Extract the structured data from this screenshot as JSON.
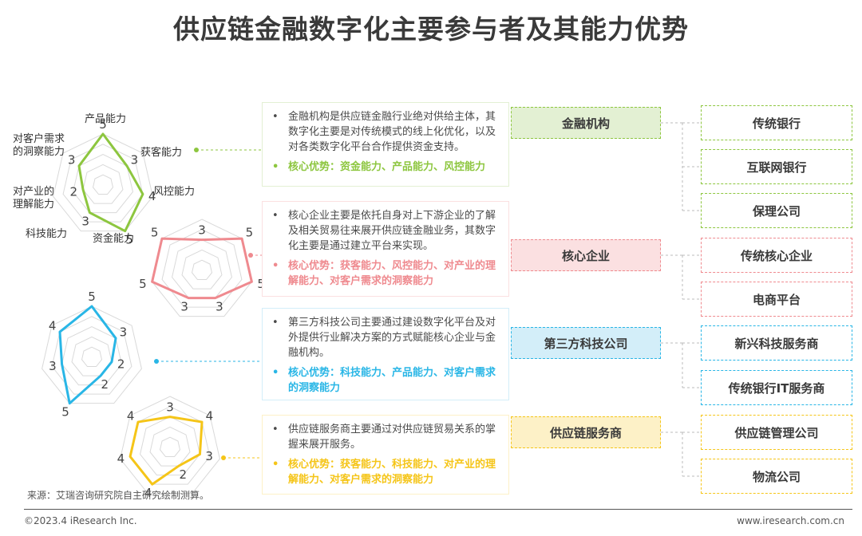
{
  "title": "供应链金融数字化主要参与者及其能力优势",
  "radar_labels": {
    "product": "产品能力",
    "customer": "获客能力",
    "risk": "风控能力",
    "capital": "资金能力",
    "tech": "科技能力",
    "industry_1": "对产业的",
    "industry_2": "理解能力",
    "insight_1": "对客户需求",
    "insight_2": "的洞察能力"
  },
  "colors": {
    "finance": "#8dc63f",
    "core": "#ef8a8f",
    "tech": "#29b6e6",
    "service": "#f5c518",
    "grid": "#d9d9d9",
    "connector": "#bbbbbb"
  },
  "chart_data": [
    {
      "type": "radar",
      "series_name": "金融机构",
      "axes": [
        "产品能力",
        "获客能力",
        "风控能力",
        "资金能力",
        "科技能力",
        "对产业的理解能力",
        "对客户需求的洞察能力"
      ],
      "values": [
        5,
        3,
        4,
        5,
        3,
        2,
        3
      ],
      "max": 5,
      "color": "#8dc63f"
    },
    {
      "type": "radar",
      "series_name": "核心企业",
      "axes": [
        "产品能力",
        "获客能力",
        "风控能力",
        "资金能力",
        "科技能力",
        "对产业的理解能力",
        "对客户需求的洞察能力"
      ],
      "values": [
        3,
        5,
        5,
        3,
        3,
        5,
        5
      ],
      "max": 5,
      "color": "#ef8a8f"
    },
    {
      "type": "radar",
      "series_name": "第三方科技公司",
      "axes": [
        "产品能力",
        "获客能力",
        "风控能力",
        "资金能力",
        "科技能力",
        "对产业的理解能力",
        "对客户需求的洞察能力"
      ],
      "values": [
        5,
        3,
        2,
        2,
        5,
        3,
        4
      ],
      "max": 5,
      "color": "#29b6e6"
    },
    {
      "type": "radar",
      "series_name": "供应链服务商",
      "axes": [
        "产品能力",
        "获客能力",
        "风控能力",
        "资金能力",
        "科技能力",
        "对产业的理解能力",
        "对客户需求的洞察能力"
      ],
      "values": [
        3,
        4,
        3,
        2,
        4,
        4,
        4
      ],
      "max": 5,
      "color": "#f5c518"
    }
  ],
  "participants": [
    {
      "name": "金融机构",
      "desc": "金融机构是供应链金融行业绝对供给主体，其数字化主要是对传统模式的线上化优化，以及对各类数字化平台合作提供资金支持。",
      "advantage": "核心优势：资金能力、产品能力、风控能力",
      "color": "#8dc63f",
      "fill": "#e3f0d3",
      "subs": [
        "传统银行",
        "互联网银行",
        "保理公司"
      ]
    },
    {
      "name": "核心企业",
      "desc": "核心企业主要是依托自身对上下游企业的了解及相关贸易往来展开供应链金融业务，其数字化主要是通过建立平台来实现。",
      "advantage": "核心优势：获客能力、风控能力、对产业的理解能力、对客户需求的洞察能力",
      "color": "#ef8a8f",
      "fill": "#fbe0e1",
      "subs": [
        "传统核心企业",
        "电商平台"
      ]
    },
    {
      "name": "第三方科技公司",
      "desc": "第三方科技公司主要通过建设数字化平台及对外提供行业解决方案的方式赋能核心企业与金融机构。",
      "advantage": "核心优势：科技能力、产品能力、对客户需求的洞察能力",
      "color": "#29b6e6",
      "fill": "#d3eef9",
      "subs": [
        "新兴科技服务商",
        "传统银行IT服务商"
      ]
    },
    {
      "name": "供应链服务商",
      "desc": "供应链服务商主要通过对供应链贸易关系的掌握来展开服务。",
      "advantage": "核心优势：获客能力、科技能力、对产业的理解能力、对客户需求的洞察能力",
      "color": "#f5c518",
      "fill": "#fdf1c7",
      "subs": [
        "供应链管理公司",
        "物流公司"
      ]
    }
  ],
  "bullet": "•",
  "source": "来源：艾瑞咨询研究院自主研究绘制测算。",
  "copyright": "©2023.4 iResearch Inc.",
  "site": "www.iresearch.com.cn"
}
